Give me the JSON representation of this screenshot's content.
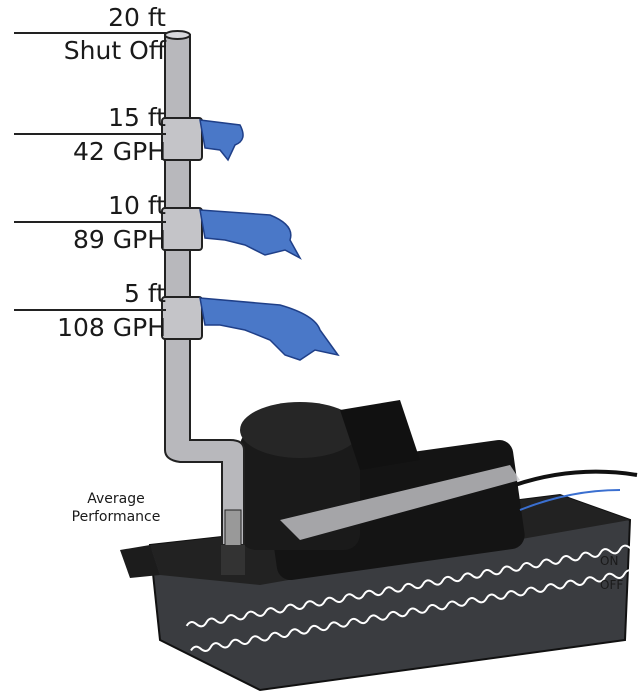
{
  "levels": [
    {
      "height": "20 ft",
      "rate": "Shut Off"
    },
    {
      "height": "15 ft",
      "rate": "42 GPH"
    },
    {
      "height": "10 ft",
      "rate": "89 GPH"
    },
    {
      "height": "5 ft",
      "rate": "108 GPH"
    }
  ],
  "caption": {
    "line1": "Average",
    "line2": "Performance"
  },
  "switch": {
    "on": "ON",
    "off": "OFF"
  },
  "colors": {
    "water": "#4a78c8",
    "pipe": "#b8b8bc",
    "pump": "#141414",
    "tray": "#3a3c40"
  }
}
